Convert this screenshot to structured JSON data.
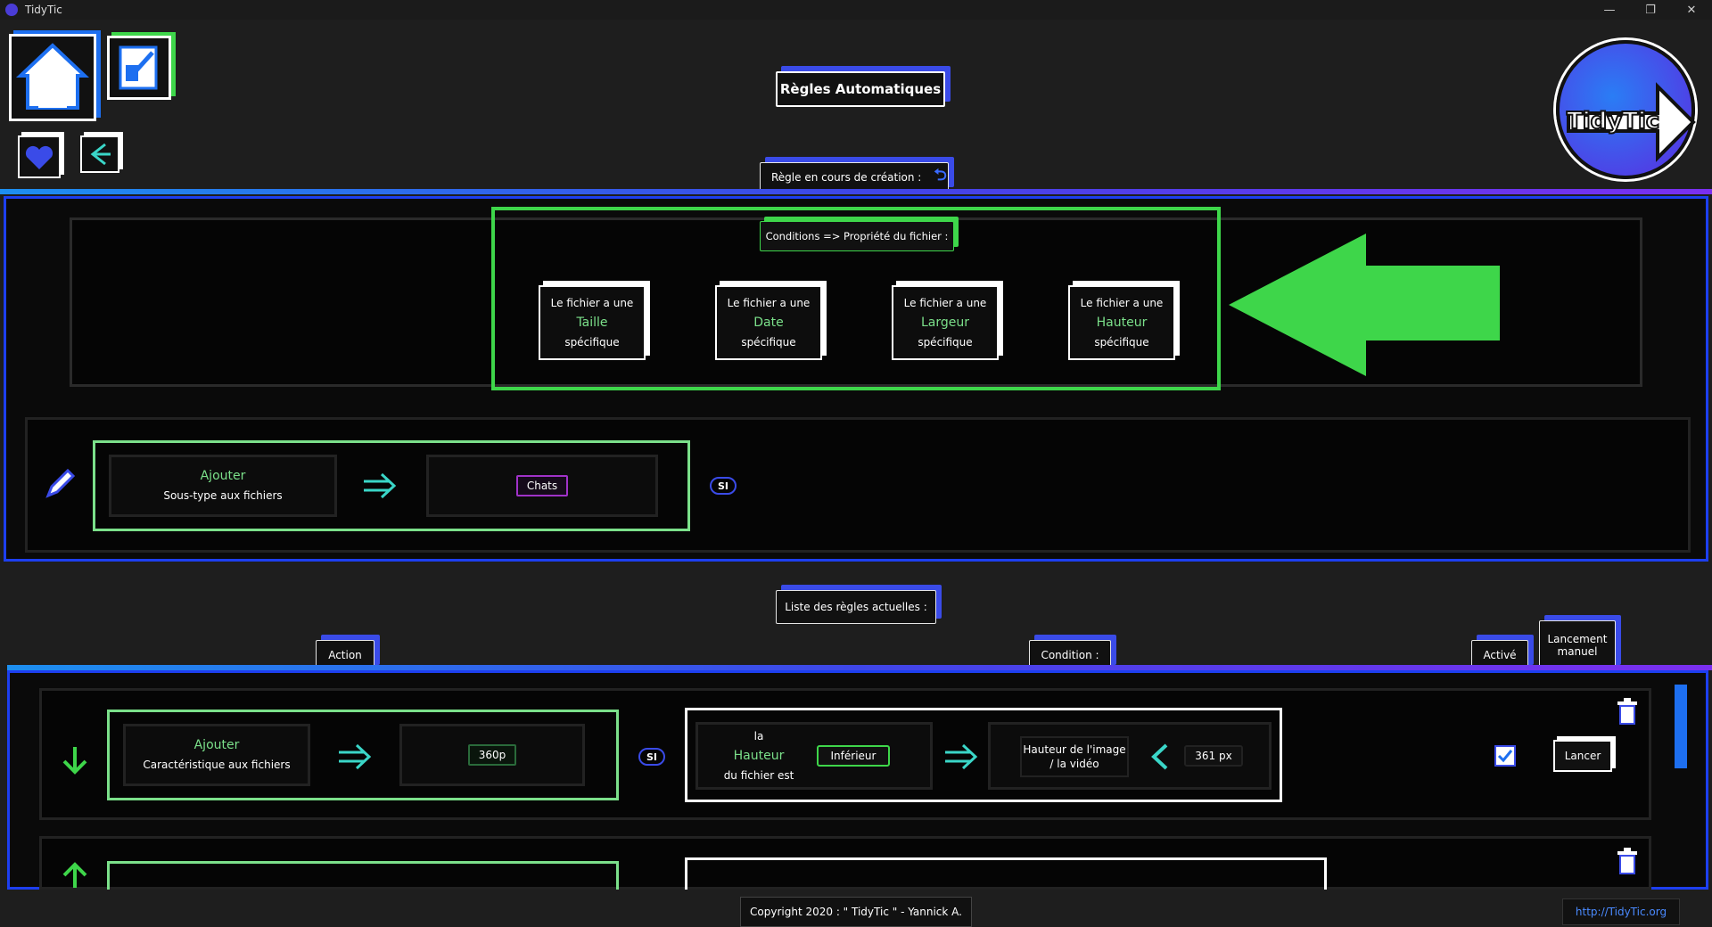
{
  "window": {
    "title": "TidyTic",
    "min": "—",
    "restore": "❐",
    "close": "✕"
  },
  "header": {
    "title": "Règles Automatiques",
    "logo_text": "TidyTic"
  },
  "creation": {
    "label": "Règle en cours de création :",
    "conditions_label": "Conditions => Propriété du fichier :",
    "conditions": [
      {
        "line1": "Le fichier a une",
        "prop": "Taille",
        "line3": "spécifique"
      },
      {
        "line1": "Le fichier a une",
        "prop": "Date",
        "line3": "spécifique"
      },
      {
        "line1": "Le fichier a une",
        "prop": "Largeur",
        "line3": "spécifique"
      },
      {
        "line1": "Le fichier a une",
        "prop": "Hauteur",
        "line3": "spécifique"
      }
    ],
    "action_title": "Ajouter",
    "action_sub": "Sous-type aux fichiers",
    "tag_value": "Chats",
    "si_label": "SI"
  },
  "rules": {
    "label": "Liste des règles actuelles :",
    "headers": {
      "action": "Action",
      "condition": "Condition :",
      "active": "Activé",
      "manual": "Lancement manuel"
    },
    "row1": {
      "action_title": "Ajouter",
      "action_sub": "Caractéristique aux fichiers",
      "value": "360p",
      "si": "SI",
      "cond_la": "la",
      "cond_prop": "Hauteur",
      "cond_tail": "du fichier est",
      "comparator": "Inférieur",
      "target": "Hauteur de l'image / la vidéo",
      "px_value": "361 px",
      "launch": "Lancer"
    }
  },
  "footer": {
    "copyright": "Copyright 2020 : \" TidyTic \" - Yannick A.",
    "url": "http://TidyTic.org"
  },
  "colors": {
    "accent_blue": "#1d6ff0",
    "accent_purple": "#7b2ff0",
    "green": "#3ed64a",
    "light_green": "#7be08a"
  }
}
